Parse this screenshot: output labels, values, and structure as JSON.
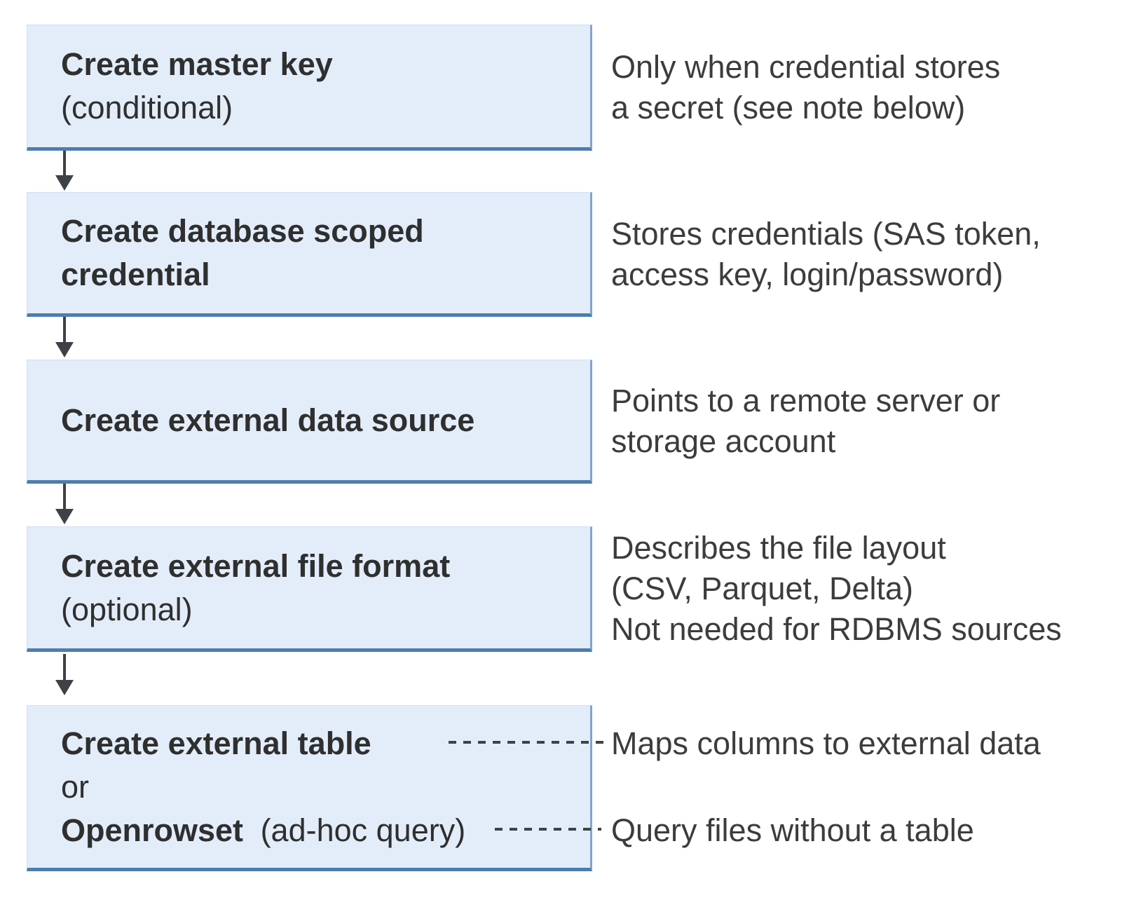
{
  "colors": {
    "box_fill": "#e3edfa",
    "box_bottom_border": "#4d7dae",
    "box_right_border": "#7fa5cf",
    "arrow": "#3e4247",
    "title_text": "#2f2f2f",
    "body_text": "#3c3c3c"
  },
  "steps": [
    {
      "label_bold": "Create master key",
      "label_plain": "(conditional)",
      "annotation": "Only when credential stores\na secret (see note below)"
    },
    {
      "label_bold": "Create database scoped\ncredential",
      "annotation": "Stores credentials (SAS token,\naccess key, login/password)"
    },
    {
      "label_bold": "Create external data source",
      "annotation": "Points to a remote server or\nstorage account"
    },
    {
      "label_bold": "Create external file format",
      "label_plain": "(optional)",
      "annotation": "Describes the file layout\n(CSV, Parquet, Delta)\nNot needed for RDBMS sources"
    },
    {
      "line1_bold": "Create external table",
      "line2_plain": "or",
      "line3_bold": "Openrowset",
      "line3_plain": "(ad-hoc query)",
      "annotation_table": "Maps columns to external data",
      "annotation_adhoc": "Query files without a table"
    }
  ]
}
